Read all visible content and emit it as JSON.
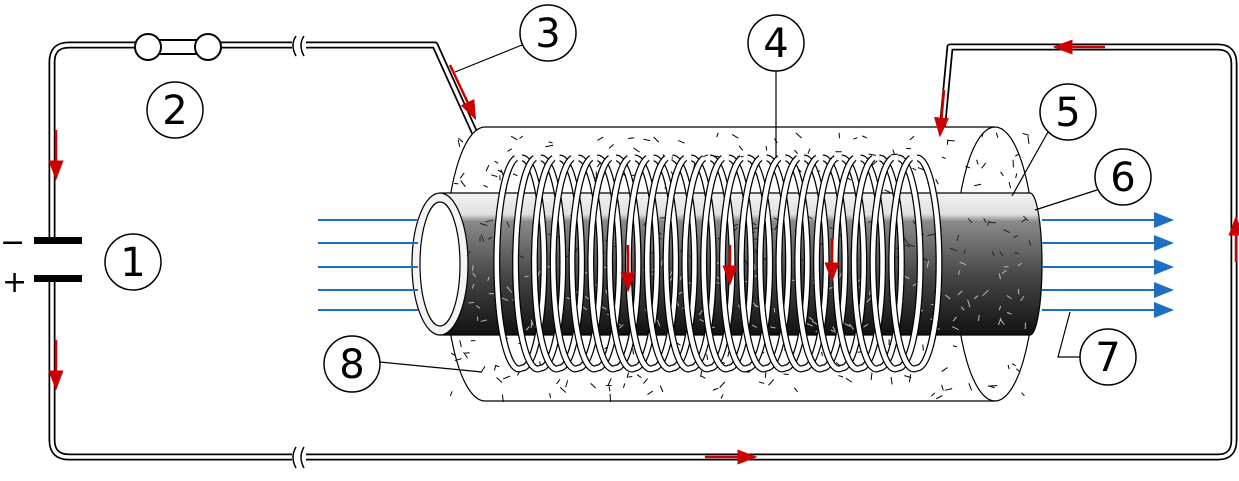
{
  "labels": {
    "battery_minus": "−",
    "battery_plus": "+",
    "callouts": [
      "1",
      "2",
      "3",
      "4",
      "5",
      "6",
      "7",
      "8"
    ]
  },
  "colors": {
    "field_lines": "#1f6fc0",
    "current_arrows": "#cc0000",
    "wire": "#000000",
    "core_dark": "#1a1a1a",
    "core_light": "#e8e8e8"
  },
  "field_line_count": 5,
  "coil_turns": 22
}
